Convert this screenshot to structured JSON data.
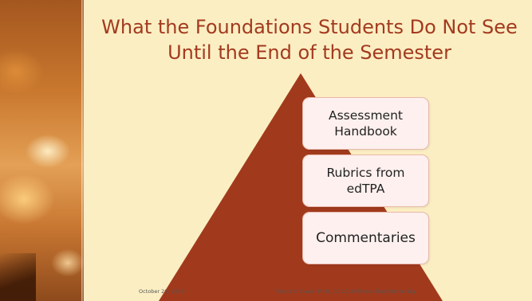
{
  "slide": {
    "title": "What the Foundations Students Do Not See Until the End of the Semester",
    "pyramid_items": [
      {
        "label": "Assessment Handbook"
      },
      {
        "label": "Rubrics from edTPA"
      },
      {
        "label": "Commentaries"
      }
    ],
    "footer": {
      "date": "October 20, 2018",
      "credit": "Tamra S. Davis, Ph.D. (c) 2018   Illinois State University"
    },
    "colors": {
      "background": "#fbeec2",
      "title": "#a33a1f",
      "pyramid": "#a13a1c",
      "box_fill": "#fdf0ee"
    }
  }
}
